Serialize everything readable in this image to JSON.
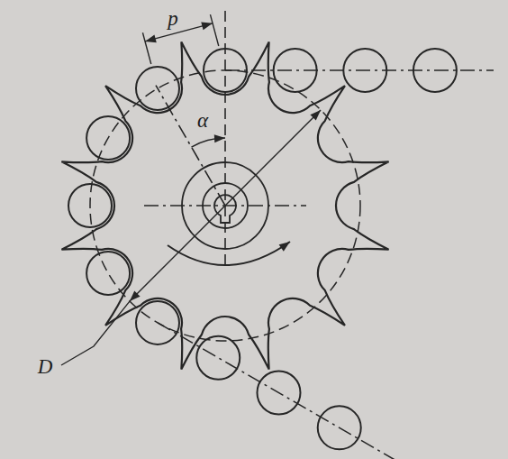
{
  "diagram": {
    "labels": [
      "p",
      "α",
      "D"
    ]
  }
}
